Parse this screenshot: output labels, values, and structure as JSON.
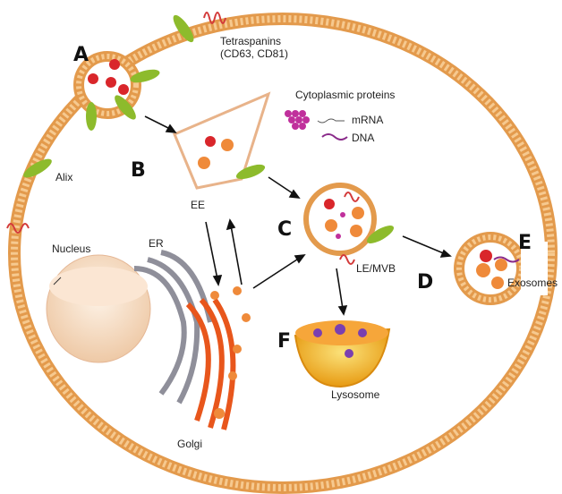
{
  "letters": {
    "a": "A",
    "b": "B",
    "c": "C",
    "d": "D",
    "e": "E",
    "f": "F"
  },
  "labels": {
    "tetraspanins_1": "Tetraspanins",
    "tetraspanins_2": "(CD63, CD81)",
    "cytoplasmic_proteins": "Cytoplasmic proteins",
    "mrna": "mRNA",
    "dna": "DNA",
    "alix": "Alix",
    "ee": "EE",
    "nucleus": "Nucleus",
    "er": "ER",
    "le_mvb": "LE/MVB",
    "exosomes": "Exosomes",
    "lysosome": "Lysosome",
    "golgi": "Golgi"
  },
  "colors": {
    "membrane": "#e39a4c",
    "membrane_light": "#f6c98f",
    "protein_red": "#d9262b",
    "alix_green": "#8dbb2c",
    "tetraspanin_red": "#d33a3a",
    "purple": "#c0309c",
    "golgi": "#e8561c",
    "lysosome": "#f3b81f"
  }
}
